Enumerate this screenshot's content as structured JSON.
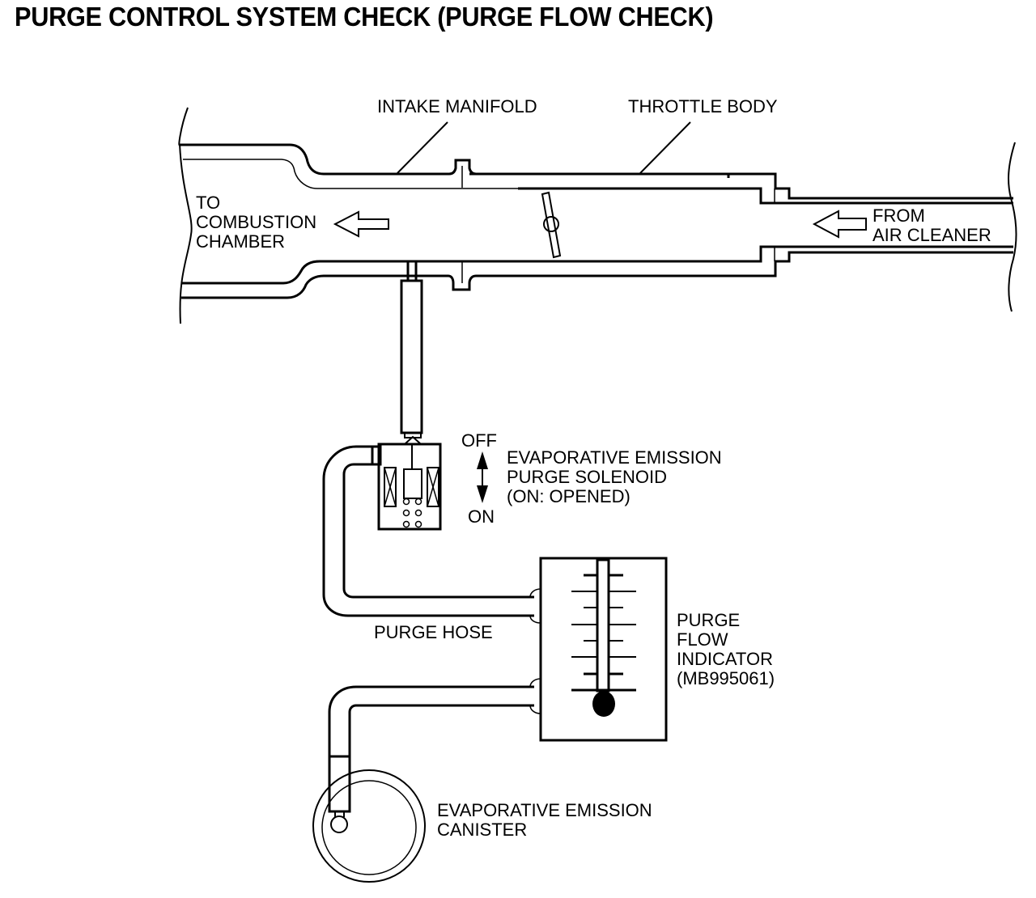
{
  "title": "PURGE CONTROL SYSTEM CHECK (PURGE FLOW CHECK)",
  "labels": {
    "intake_manifold": "INTAKE MANIFOLD",
    "throttle_body": "THROTTLE BODY",
    "to_combustion": [
      "TO",
      "COMBUSTION",
      "CHAMBER"
    ],
    "from_air_cleaner": [
      "FROM",
      "AIR CLEANER"
    ],
    "solenoid_off": "OFF",
    "solenoid_on": "ON",
    "solenoid": [
      "EVAPORATIVE EMISSION",
      "PURGE SOLENOID",
      "(ON: OPENED)"
    ],
    "purge_hose": "PURGE HOSE",
    "flow_indicator": [
      "PURGE",
      "FLOW",
      "INDICATOR",
      "(MB995061)"
    ],
    "canister": [
      "EVAPORATIVE EMISSION",
      "CANISTER"
    ]
  },
  "icons": {
    "flow_arrow_left": "hollow-left-arrow",
    "actuation_arrow": "double-vertical-arrow",
    "throttle_valve": "butterfly-valve",
    "indicator_bulb": "filled-circle"
  },
  "colors": {
    "ink": "#000000",
    "paper": "#ffffff"
  }
}
